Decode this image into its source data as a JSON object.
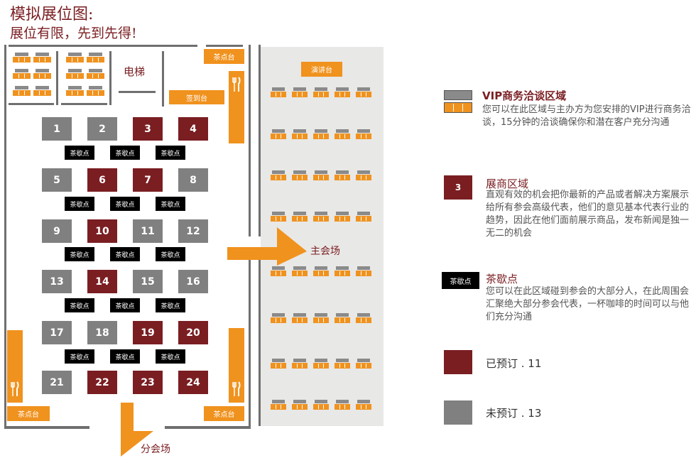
{
  "header": {
    "title": "模拟展位图:",
    "subtitle": "展位有限，先到先得!"
  },
  "floor": {
    "elevator_label": "电梯",
    "sign_in_label": "签到台",
    "tea_stand_label": "茶点台",
    "stage_label": "演讲台",
    "main_hall_label": "主会场",
    "sub_hall_label": "分会场",
    "tea_break_label": "茶歇点"
  },
  "booths": [
    {
      "number": "1",
      "status": "available"
    },
    {
      "number": "2",
      "status": "available"
    },
    {
      "number": "3",
      "status": "booked"
    },
    {
      "number": "4",
      "status": "booked"
    },
    {
      "number": "5",
      "status": "available"
    },
    {
      "number": "6",
      "status": "booked"
    },
    {
      "number": "7",
      "status": "booked"
    },
    {
      "number": "8",
      "status": "available"
    },
    {
      "number": "9",
      "status": "available"
    },
    {
      "number": "10",
      "status": "booked"
    },
    {
      "number": "11",
      "status": "available"
    },
    {
      "number": "12",
      "status": "available"
    },
    {
      "number": "13",
      "status": "available"
    },
    {
      "number": "14",
      "status": "booked"
    },
    {
      "number": "15",
      "status": "available"
    },
    {
      "number": "16",
      "status": "available"
    },
    {
      "number": "17",
      "status": "available"
    },
    {
      "number": "18",
      "status": "available"
    },
    {
      "number": "19",
      "status": "booked"
    },
    {
      "number": "20",
      "status": "booked"
    },
    {
      "number": "21",
      "status": "available"
    },
    {
      "number": "22",
      "status": "booked"
    },
    {
      "number": "23",
      "status": "booked"
    },
    {
      "number": "24",
      "status": "booked"
    }
  ],
  "legend": {
    "vip_title": "VIP商务洽谈区域",
    "vip_desc": "您可以在此区域与主办方为您安排的VIP进行商务洽谈，15分钟的洽谈确保你和潜在客户充分沟通",
    "exhibitor_sample": "3",
    "exhibitor_title": "展商区域",
    "exhibitor_desc": "直观有效的机会把你最新的产品或者解决方案展示给所有参会高级代表，他们的意见基本代表行业的趋势，因此在他们面前展示商品，发布新闻是独一无二的机会",
    "tea_sample": "茶歇点",
    "tea_title": "茶歇点",
    "tea_desc": "您可以在此区域碰到参会的大部分人，在此周围会汇聚绝大部分参会代表，一杯咖啡的时间可以与他们充分沟通",
    "booked_label": "已预订 . 11",
    "available_label": "未预订 . 13"
  },
  "colors": {
    "booked": "#7a1e22",
    "available": "#808080",
    "accent": "#f0921e",
    "wall": "#6f6f6f"
  },
  "icons": [
    "fork-knife-icon",
    "arrow-right-icon",
    "arrow-down-icon"
  ]
}
